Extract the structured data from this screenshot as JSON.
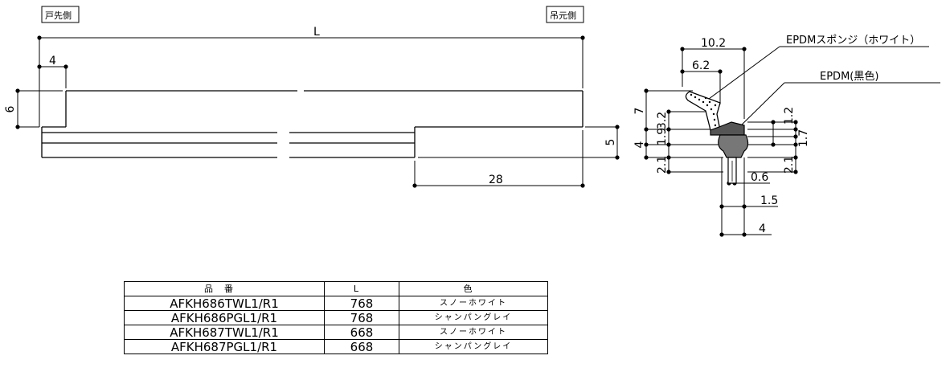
{
  "side_labels": {
    "door_tip_side": "戸先側",
    "hanging_side": "吊元側"
  },
  "profile_dims": {
    "length": "L",
    "d4": "4",
    "d6": "6",
    "d5": "5",
    "d28": "28"
  },
  "section_dims": {
    "d10_2": "10.2",
    "d6_2": "6.2",
    "d7": "7",
    "d3_2": "3.2",
    "d4": "4",
    "d1_9": "1.9",
    "d2_1_left": "2.1",
    "d1_2": "1.2",
    "d1_7": "1.7",
    "d2_1_right": "2.1",
    "d0_6": "0.6",
    "d1_5": "1.5",
    "d4_bottom": "4"
  },
  "materials": {
    "sponge": "EPDMスポンジ（ホワイト）",
    "black": "EPDM(黒色)"
  },
  "table": {
    "headers": [
      "品番",
      "L",
      "色"
    ],
    "rows": [
      [
        "AFKH686TWL1/R1",
        "768",
        "スノーホワイト"
      ],
      [
        "AFKH686PGL1/R1",
        "768",
        "シャンパングレイ"
      ],
      [
        "AFKH687TWL1/R1",
        "668",
        "スノーホワイト"
      ],
      [
        "AFKH687PGL1/R1",
        "668",
        "シャンパングレイ"
      ]
    ]
  }
}
